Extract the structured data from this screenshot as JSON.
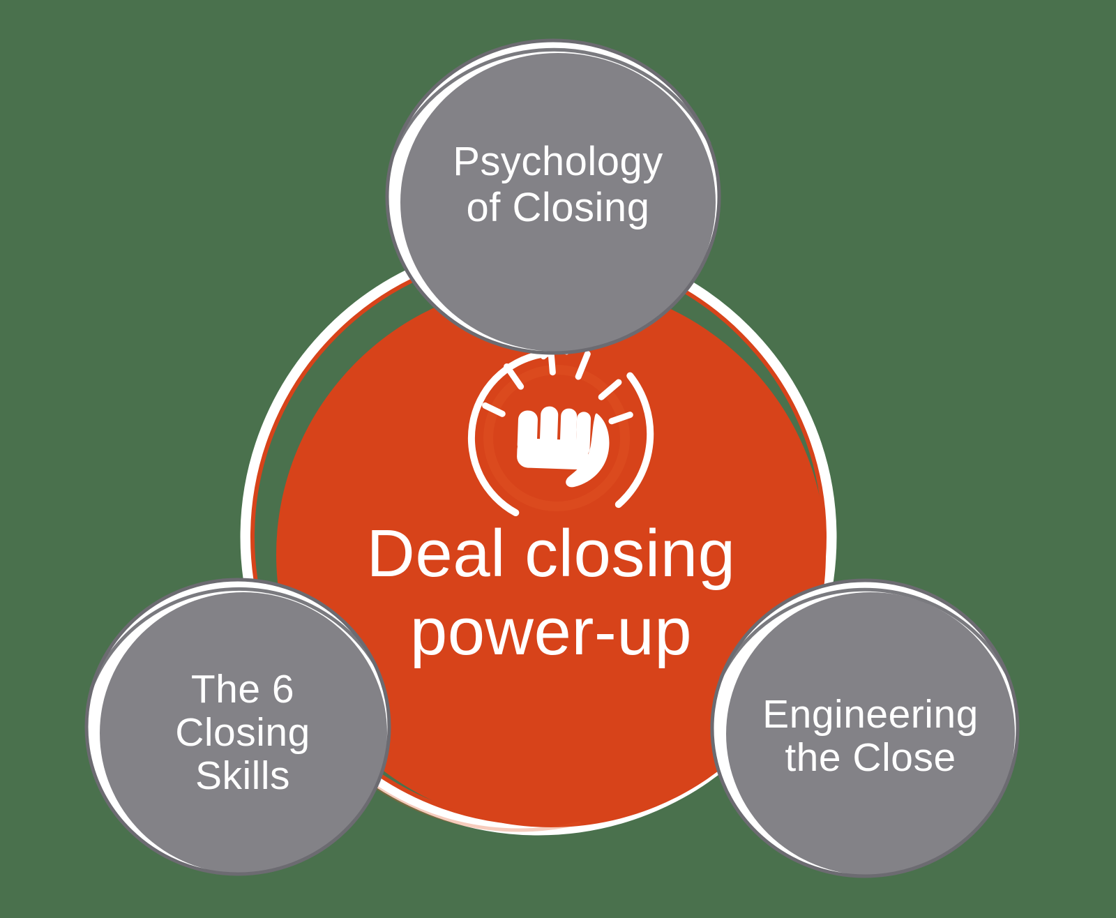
{
  "title": "Deal closing power-up diagram",
  "colors": {
    "background": "#4A714D",
    "orange": "#D7431A",
    "orange_light": "#E25526",
    "gray": "#838287",
    "sketch": "#6C6B71",
    "white": "#FFFFFF"
  },
  "center": {
    "icon": "fist-punch-icon",
    "line1": "Deal closing",
    "line2": "power-up"
  },
  "satellites": {
    "top": {
      "line1": "Psychology",
      "line2": "of Closing"
    },
    "left": {
      "line1": "The 6",
      "line2": "Closing",
      "line3": "Skills"
    },
    "right": {
      "line1": "Engineering",
      "line2": "the Close"
    }
  }
}
